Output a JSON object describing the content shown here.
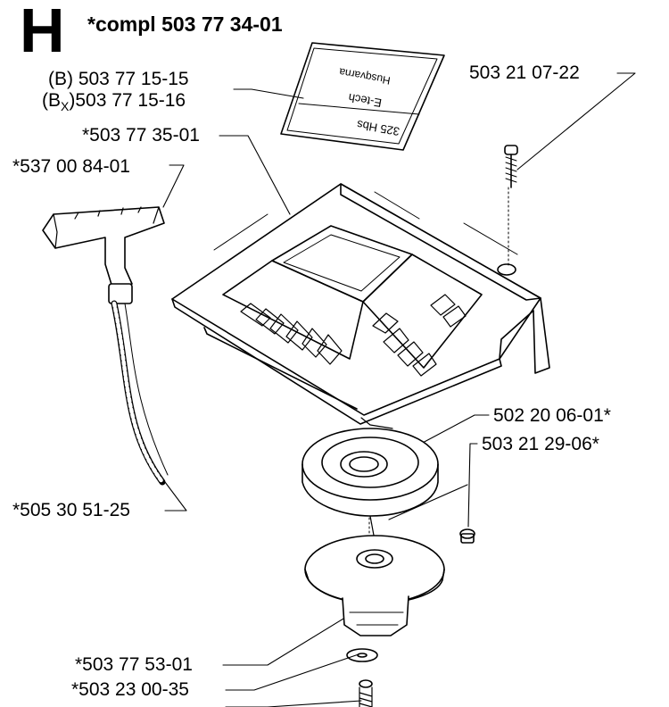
{
  "header": {
    "section_letter": "H",
    "assembly_title": "*compl 503 77 34-01"
  },
  "decal": {
    "brand": "Husqvarna",
    "line1": "E-tech",
    "model": "325 Hbs"
  },
  "parts": {
    "decal_b": "(B) 503 77 15-15",
    "decal_bx_prefix": "(B",
    "decal_bx_sub": "X",
    "decal_bx_number": ")503 77 15-16",
    "cover": "*503 77 35-01",
    "handle": "*537 00 84-01",
    "screw_top": "503 21 07-22",
    "pulley": "502 20 06-01*",
    "screw_small": "503 21 29-06*",
    "rope": "*505 30 51-25",
    "pawl_drum": "*503 77 53-01",
    "washer": "*503 23 00-35"
  }
}
